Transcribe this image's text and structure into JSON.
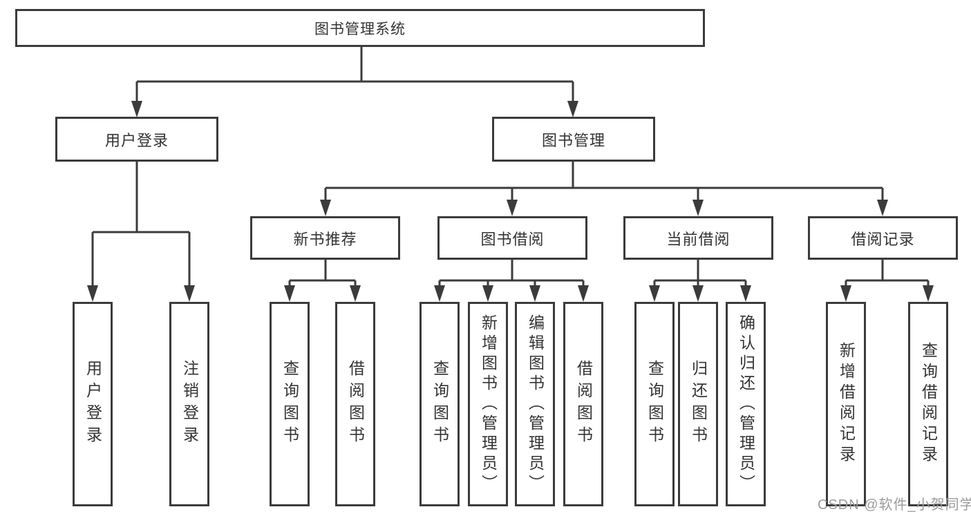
{
  "diagram": {
    "title": "图书管理系统",
    "level2": {
      "user_login": "用户登录",
      "book_mgmt": "图书管理"
    },
    "level3": {
      "new_book_rec": "新书推荐",
      "book_borrow": "图书借阅",
      "current_borrow": "当前借阅",
      "borrow_records": "借阅记录"
    },
    "leaves": {
      "user_login": "用户登录",
      "logout": "注销登录",
      "nbr_query": "查询图书",
      "nbr_borrow": "借阅图书",
      "bb_query": "查询图书",
      "bb_add": "新增图书（管理员）",
      "bb_edit": "编辑图书（管理员）",
      "bb_borrow": "借阅图书",
      "cb_query": "查询图书",
      "cb_return": "归还图书",
      "cb_confirm": "确认归还（管理员）",
      "br_add": "新增借阅记录",
      "br_query": "查询借阅记录"
    },
    "watermark": "CSDN @软件_小贺同学",
    "colors": {
      "line": "#3b3b3b",
      "text": "#333333",
      "watermark": "#9b9b9b"
    }
  }
}
